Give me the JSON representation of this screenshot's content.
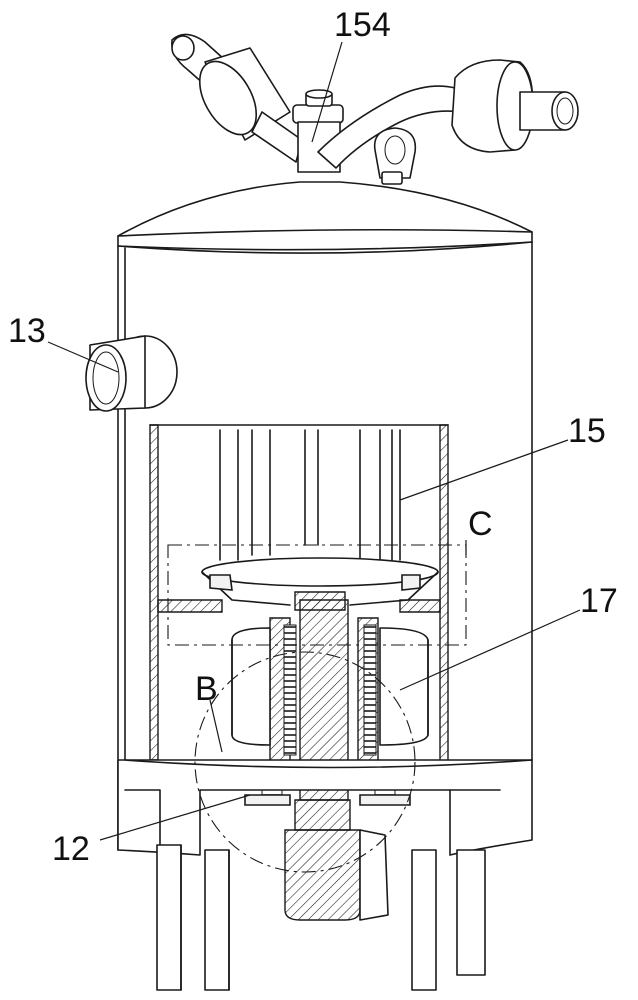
{
  "labels": {
    "l154": "154",
    "l13": "13",
    "l15": "15",
    "lC": "C",
    "l17": "17",
    "lB": "B",
    "l12": "12"
  },
  "colors": {
    "line": "#1a1a1a",
    "background": "#ffffff"
  }
}
